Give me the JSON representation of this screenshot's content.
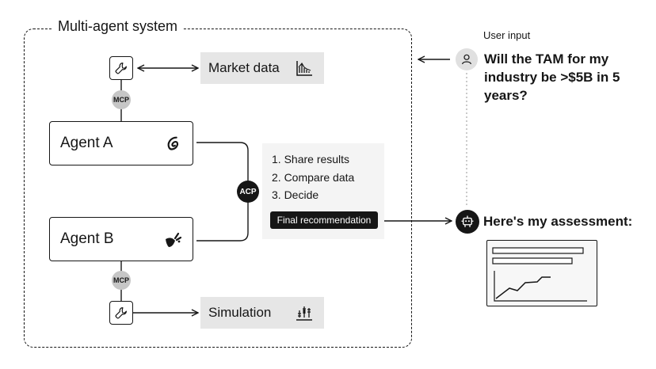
{
  "system": {
    "title": "Multi-agent system"
  },
  "tools": {
    "market_data_label": "Market data",
    "simulation_label": "Simulation"
  },
  "protocols": {
    "mcp_top": "MCP",
    "mcp_bottom": "MCP",
    "acp": "ACP"
  },
  "agents": {
    "agent_a": "Agent A",
    "agent_b": "Agent B"
  },
  "steps": {
    "items": [
      "1. Share results",
      "2. Compare data",
      "3. Decide"
    ],
    "final_button": "Final recommendation"
  },
  "user": {
    "label": "User input",
    "question": "Will the TAM for my industry be >$5B in 5 years?"
  },
  "response": {
    "text": "Here's my assessment:"
  },
  "icons": {
    "tool": "wrench-icon",
    "market_data": "bar-chart-icon",
    "simulation": "simulation-chart-icon",
    "agent_a": "swirl-logo-icon",
    "agent_b": "gem-logo-icon",
    "user": "user-icon",
    "robot": "robot-icon"
  },
  "colors": {
    "ink": "#161616",
    "tool_box": "#e6e6e6",
    "mcp_pill": "#c6c6c6",
    "steps_panel": "#f4f4f4"
  }
}
